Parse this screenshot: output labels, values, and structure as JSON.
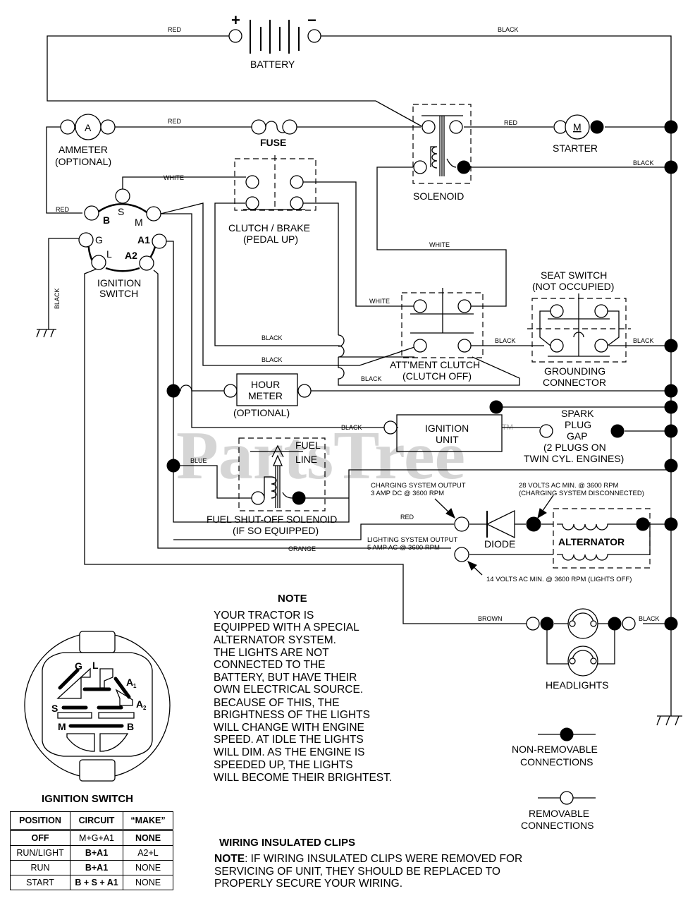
{
  "watermark": "PartsTree",
  "watermark_tm": "TM",
  "wire_colors": {
    "red_top": "RED",
    "black_top": "BLACK",
    "red_ammeter": "RED",
    "red_ign_b": "RED",
    "white_s": "WHITE",
    "red_starter": "RED",
    "black_solenoid": "BLACK",
    "white_solenoid": "WHITE",
    "white_attment": "WHITE",
    "black_gnd_vertical": "BLACK",
    "black_clutch1": "BLACK",
    "black_clutch2": "BLACK",
    "black_attment_out": "BLACK",
    "black_attment_bottom": "BLACK",
    "black_seat_out": "BLACK",
    "black_ignition_unit": "BLACK",
    "blue_fuel": "BLUE",
    "red_charging": "RED",
    "orange_lighting": "ORANGE",
    "brown_headlights": "BROWN",
    "black_headlights": "BLACK"
  },
  "components": {
    "battery": "BATTERY",
    "battery_plus": "+",
    "battery_minus": "−",
    "ammeter_symbol": "A",
    "ammeter": [
      "AMMETER",
      "(OPTIONAL)"
    ],
    "fuse": "FUSE",
    "solenoid": "SOLENOID",
    "starter_symbol": "M",
    "starter": "STARTER",
    "clutch_brake": [
      "CLUTCH / BRAKE",
      "(PEDAL UP)"
    ],
    "ignition_switch": [
      "IGNITION",
      "SWITCH"
    ],
    "ign_terminals": {
      "B": "B",
      "S": "S",
      "M": "M",
      "G": "G",
      "A1": "A1",
      "L": "L",
      "A2": "A2"
    },
    "seat_switch": [
      "SEAT SWITCH",
      "(NOT OCCUPIED)"
    ],
    "grounding_connector": [
      "GROUNDING",
      "CONNECTOR"
    ],
    "attment_clutch": [
      "ATT'MENT CLUTCH",
      "(CLUTCH OFF)"
    ],
    "hour_meter": [
      "HOUR",
      "METER"
    ],
    "hour_meter_optional": "(OPTIONAL)",
    "ignition_unit": [
      "IGNITION",
      "UNIT"
    ],
    "spark_plug": [
      "SPARK",
      "PLUG",
      "GAP",
      "(2 PLUGS ON",
      "TWIN CYL. ENGINES)"
    ],
    "fuel_line": [
      "FUEL",
      "LINE"
    ],
    "fuel_solenoid": [
      "FUEL SHUT-OFF SOLENOID",
      "(IF SO EQUIPPED)"
    ],
    "diode": "DIODE",
    "alternator": "ALTERNATOR",
    "headlights": "HEADLIGHTS"
  },
  "annotations": {
    "charging_output": [
      "CHARGING SYSTEM OUTPUT",
      "3 AMP DC @ 3600 RPM"
    ],
    "volts_28": [
      "28 VOLTS AC MIN. @ 3600 RPM",
      "(CHARGING SYSTEM DISCONNECTED)"
    ],
    "lighting_output": [
      "LIGHTING SYSTEM OUTPUT",
      "5 AMP AC @ 3600 RPM"
    ],
    "volts_14": "14 VOLTS AC MIN. @ 3600 RPM (LIGHTS OFF)"
  },
  "note": {
    "title": "NOTE",
    "lines": [
      "YOUR TRACTOR IS",
      "EQUIPPED WITH A SPECIAL",
      "ALTERNATOR SYSTEM.",
      "THE LIGHTS ARE NOT",
      "CONNECTED TO THE",
      "BATTERY, BUT HAVE THEIR",
      "OWN ELECTRICAL SOURCE.",
      "BECAUSE OF THIS, THE",
      "BRIGHTNESS OF THE LIGHTS",
      "WILL CHANGE WITH ENGINE",
      "SPEED.  AT IDLE THE LIGHTS",
      "WILL DIM.  AS THE ENGINE IS",
      "SPEEDED UP, THE LIGHTS",
      "WILL BECOME THEIR BRIGHTEST."
    ]
  },
  "legend": {
    "non_removable": [
      "NON-REMOVABLE",
      "CONNECTIONS"
    ],
    "removable": [
      "REMOVABLE",
      "CONNECTIONS"
    ]
  },
  "switch_detail": {
    "title": "IGNITION SWITCH",
    "labels": {
      "G": "G",
      "L": "L",
      "A1": "A",
      "A1_sub": "1",
      "A2": "A",
      "A2_sub": "2",
      "S": "S",
      "M": "M",
      "B": "B"
    }
  },
  "switch_table": {
    "headers": [
      "POSITION",
      "CIRCUIT",
      "“MAKE”"
    ],
    "rows": [
      [
        "OFF",
        "M+G+A1",
        "NONE"
      ],
      [
        "RUN/LIGHT",
        "B+A1",
        "A2+L"
      ],
      [
        "RUN",
        "B+A1",
        "NONE"
      ],
      [
        "START",
        "B + S + A1",
        "NONE"
      ]
    ]
  },
  "clips": {
    "title": "WIRING INSULATED CLIPS",
    "note_prefix": "NOTE",
    "note_lines": [
      ": IF WIRING INSULATED CLIPS WERE REMOVED FOR",
      "SERVICING OF UNIT, THEY SHOULD BE REPLACED TO",
      "PROPERLY SECURE YOUR WIRING."
    ]
  }
}
